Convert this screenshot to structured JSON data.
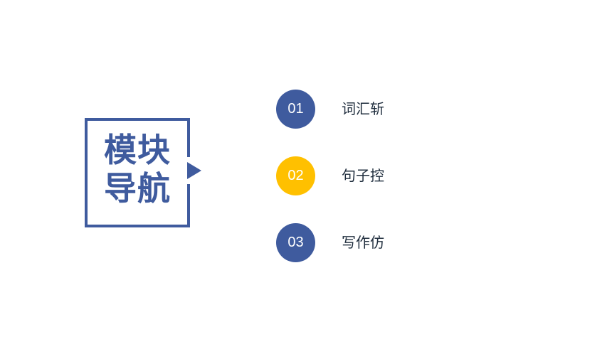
{
  "title": {
    "line1": "模块",
    "line2": "导航"
  },
  "colors": {
    "primary": "#3F5B9E",
    "accent": "#FFC000"
  },
  "nav": {
    "items": [
      {
        "number": "01",
        "label": "词汇斩",
        "color": "#3F5B9E"
      },
      {
        "number": "02",
        "label": "句子控",
        "color": "#FFC000"
      },
      {
        "number": "03",
        "label": "写作仿",
        "color": "#3F5B9E"
      }
    ]
  }
}
